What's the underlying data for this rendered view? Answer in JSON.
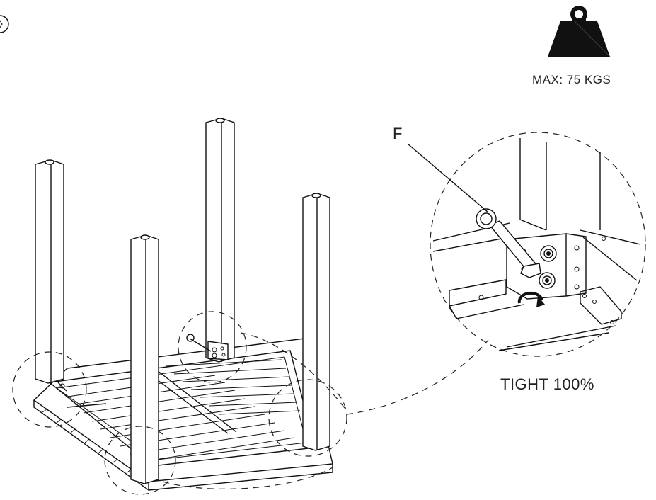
{
  "weight": {
    "label": "MAX: 75 KGS"
  },
  "detail": {
    "callout_letter": "F",
    "tighten_label": "TIGHT 100%"
  },
  "icons": {
    "weight": "weight-icon",
    "wrench": "wrench-icon",
    "rotation": "rotate-arrow-icon"
  }
}
